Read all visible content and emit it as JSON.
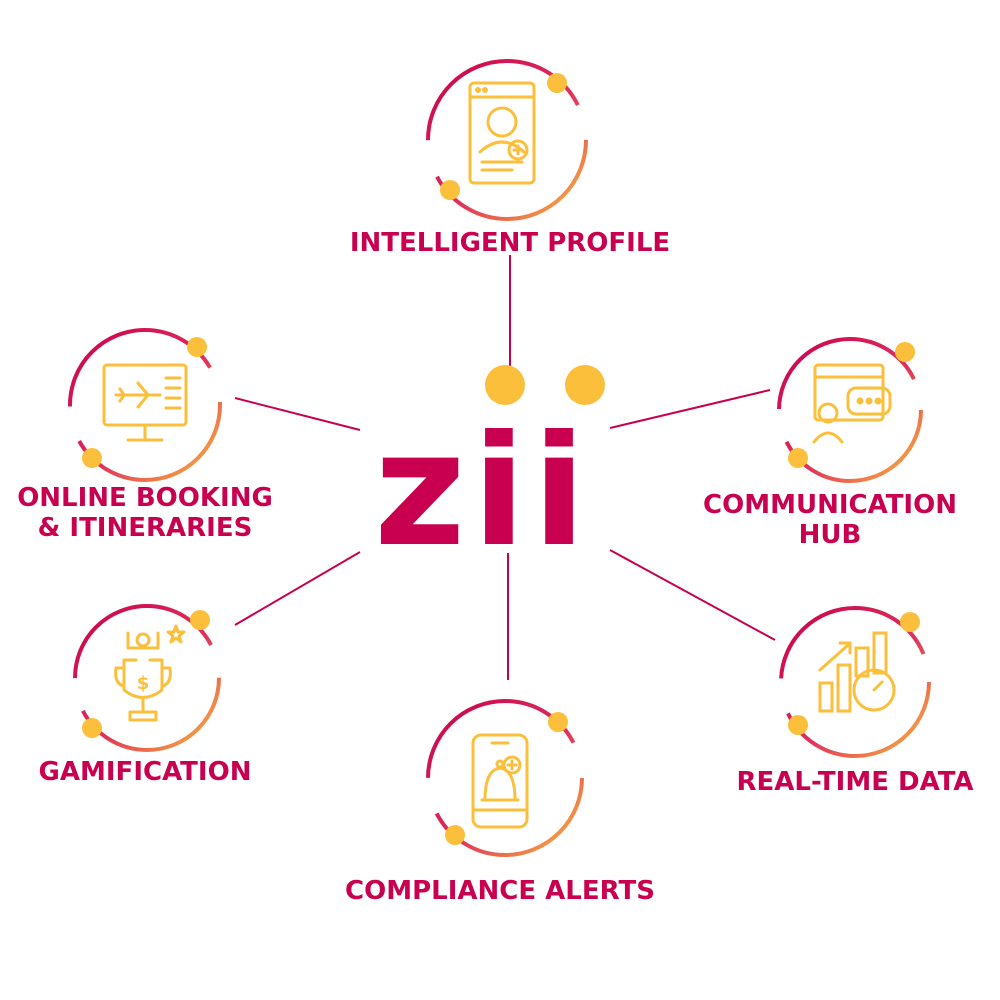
{
  "logo": {
    "text": "zii",
    "primary_color": "#c8004f",
    "accent_color": "#fbbf3b"
  },
  "nodes": [
    {
      "id": "intelligent-profile",
      "icon": "user-profile-icon",
      "lines": [
        "INTELLIGENT PROFILE"
      ]
    },
    {
      "id": "communication-hub",
      "icon": "chat-support-icon",
      "lines": [
        "COMMUNICATION",
        "HUB"
      ]
    },
    {
      "id": "real-time-data",
      "icon": "chart-stopwatch-icon",
      "lines": [
        "REAL-TIME DATA"
      ]
    },
    {
      "id": "compliance-alerts",
      "icon": "phone-bell-icon",
      "lines": [
        "COMPLIANCE ALERTS"
      ]
    },
    {
      "id": "gamification",
      "icon": "trophy-icon",
      "lines": [
        "GAMIFICATION"
      ]
    },
    {
      "id": "online-booking",
      "icon": "flight-monitor-icon",
      "lines": [
        "ONLINE BOOKING",
        "& ITINERARIES"
      ]
    }
  ]
}
